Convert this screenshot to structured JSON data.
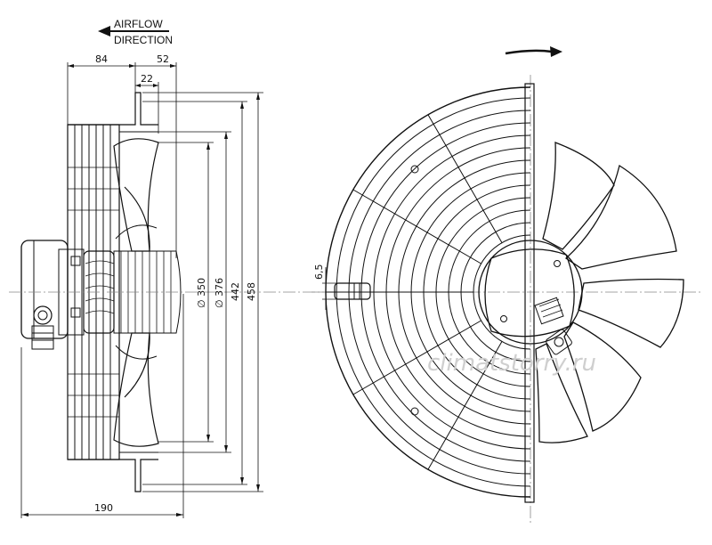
{
  "airflow": {
    "line1": "AIRFLOW",
    "line2": "DIRECTION"
  },
  "dimensions": {
    "d84": "84",
    "d52": "52",
    "d22": "22",
    "d350": "∅ 350",
    "d376": "∅ 376",
    "d442": "442",
    "d458": "458",
    "d190": "190",
    "d6_5": "6,5"
  },
  "watermark": "climatstorry.ru"
}
